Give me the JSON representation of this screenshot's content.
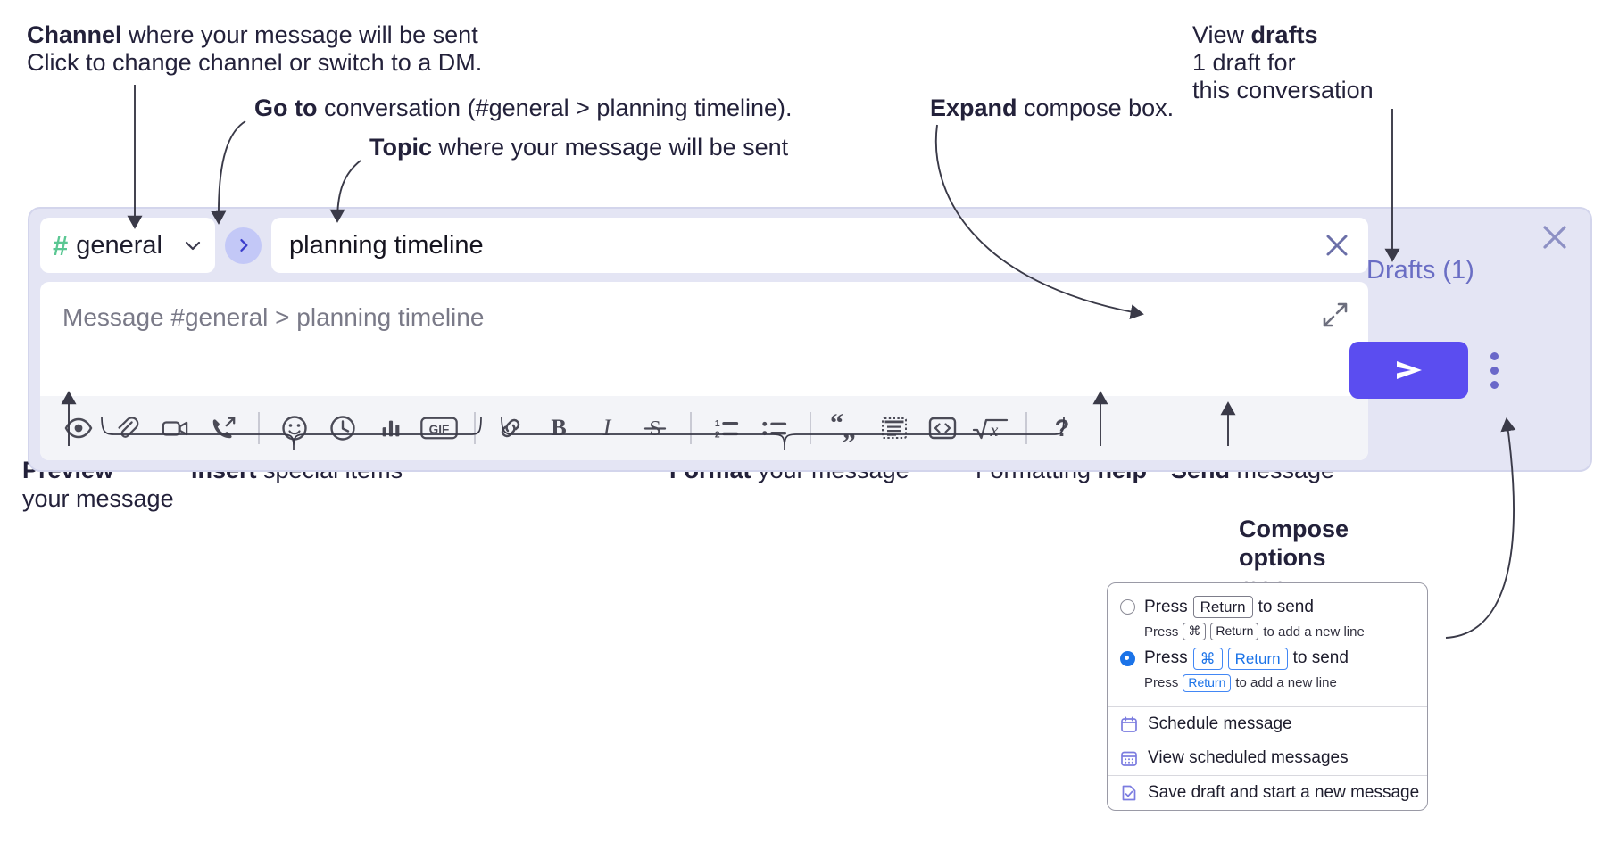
{
  "annotations": {
    "channel": {
      "bold": "Channel",
      "rest": " where your message will be sent",
      "sub": "Click to change channel or switch to a DM."
    },
    "goto": {
      "bold": "Go to",
      "rest": " conversation (#general > planning timeline)."
    },
    "topic": {
      "bold": "Topic",
      "rest": " where your message will be sent"
    },
    "expand": {
      "bold": "Expand",
      "rest": " compose box."
    },
    "drafts": {
      "plain": "View ",
      "bold": "drafts",
      "sub1": "1 draft for",
      "sub2": "this conversation"
    },
    "preview": {
      "bold": "Preview",
      "line2": "your message"
    },
    "insert": {
      "bold": "Insert",
      "rest": " special items"
    },
    "format": {
      "bold": "Format",
      "rest": " your message"
    },
    "help": {
      "plain": "Formatting ",
      "bold": "help"
    },
    "send": {
      "bold": "Send",
      "rest": " message"
    },
    "compose_options": {
      "bold1": "Compose",
      "bold2": "options",
      "plain": "menu"
    }
  },
  "compose": {
    "channel_name": "general",
    "hash_glyph": "#",
    "topic_value": "planning timeline",
    "message_placeholder": "Message #general > planning timeline",
    "drafts_label": "Drafts (1)",
    "toolbar": [
      {
        "name": "preview-icon",
        "label": "Preview"
      },
      {
        "name": "attachment-icon",
        "label": "Attach file"
      },
      {
        "name": "video-icon",
        "label": "Video clip"
      },
      {
        "name": "audio-call-icon",
        "label": "Audio clip"
      },
      {
        "name": "emoji-icon",
        "label": "Emoji"
      },
      {
        "name": "clock-icon",
        "label": "Reminder"
      },
      {
        "name": "poll-icon",
        "label": "Poll"
      },
      {
        "name": "gif-icon",
        "label": "GIF"
      },
      {
        "name": "link-icon",
        "label": "Link"
      },
      {
        "name": "bold-icon",
        "label": "B"
      },
      {
        "name": "italic-icon",
        "label": "I"
      },
      {
        "name": "strikethrough-icon",
        "label": "S"
      },
      {
        "name": "ordered-list-icon",
        "label": "Ordered list"
      },
      {
        "name": "bullet-list-icon",
        "label": "Bulleted list"
      },
      {
        "name": "blockquote-icon",
        "label": "Blockquote"
      },
      {
        "name": "code-block-icon",
        "label": "Code block"
      },
      {
        "name": "inline-code-icon",
        "label": "Inline code"
      },
      {
        "name": "math-icon",
        "label": "Math"
      },
      {
        "name": "help-icon",
        "label": "?"
      }
    ],
    "gif_label": "GIF",
    "bold_label": "B",
    "italic_label": "I",
    "strike_label": "S",
    "help_label": "?",
    "math_label": "√x"
  },
  "menu": {
    "options": [
      {
        "selected": false,
        "prefix": "Press",
        "keys": [
          "Return"
        ],
        "suffix": "to send",
        "sub_prefix": "Press",
        "sub_keys": [
          "⌘",
          "Return"
        ],
        "sub_suffix": "to add a new line"
      },
      {
        "selected": true,
        "prefix": "Press",
        "keys": [
          "⌘",
          "Return"
        ],
        "suffix": "to send",
        "sub_prefix": "Press",
        "sub_keys": [
          "Return"
        ],
        "sub_suffix": "to add a new line"
      }
    ],
    "items": [
      {
        "icon": "calendar-icon",
        "label": "Schedule message"
      },
      {
        "icon": "calendar-grid-icon",
        "label": "View scheduled messages"
      },
      {
        "icon": "save-draft-icon",
        "label": "Save draft and start a new message"
      }
    ]
  },
  "colors": {
    "compose_bg": "#e4e5f4",
    "send_purple": "#5b4df0",
    "goto_circle": "#c3c8f7",
    "hash_green": "#5bc793",
    "drafts_text": "#6a6ec4",
    "radio_blue": "#1b73e8"
  }
}
